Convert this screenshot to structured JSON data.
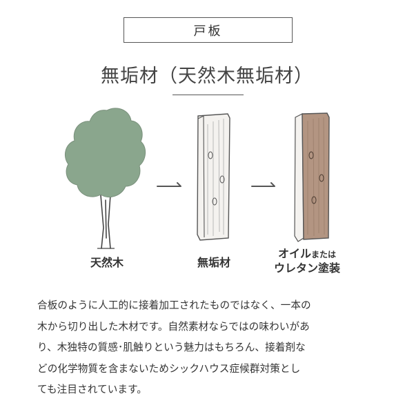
{
  "header": {
    "badge": "戸板",
    "heading": "無垢材（天然木無垢材）"
  },
  "diagram": {
    "stages": [
      {
        "label": "天然木"
      },
      {
        "label": "無垢材"
      },
      {
        "label_main": "オイル",
        "label_small": "または",
        "label_line2": "ウレタン塗装"
      }
    ],
    "colors": {
      "tree_foliage": "#8aa68d",
      "tree_trunk": "#444444",
      "plank_plain": "#f4f2ef",
      "plank_finished": "#b39582",
      "ink": "#555555"
    }
  },
  "description": {
    "lines": [
      "合板のように人工的に接着加工されたものではなく、一本の",
      "木から切り出した木材です。自然素材ならではの味わいがあ",
      "り、木独特の質感･肌触りという魅力はもちろん、接着剤な",
      "どの化学物質を含まないためシックハウス症候群対策とし",
      "ても注目されています。"
    ]
  }
}
